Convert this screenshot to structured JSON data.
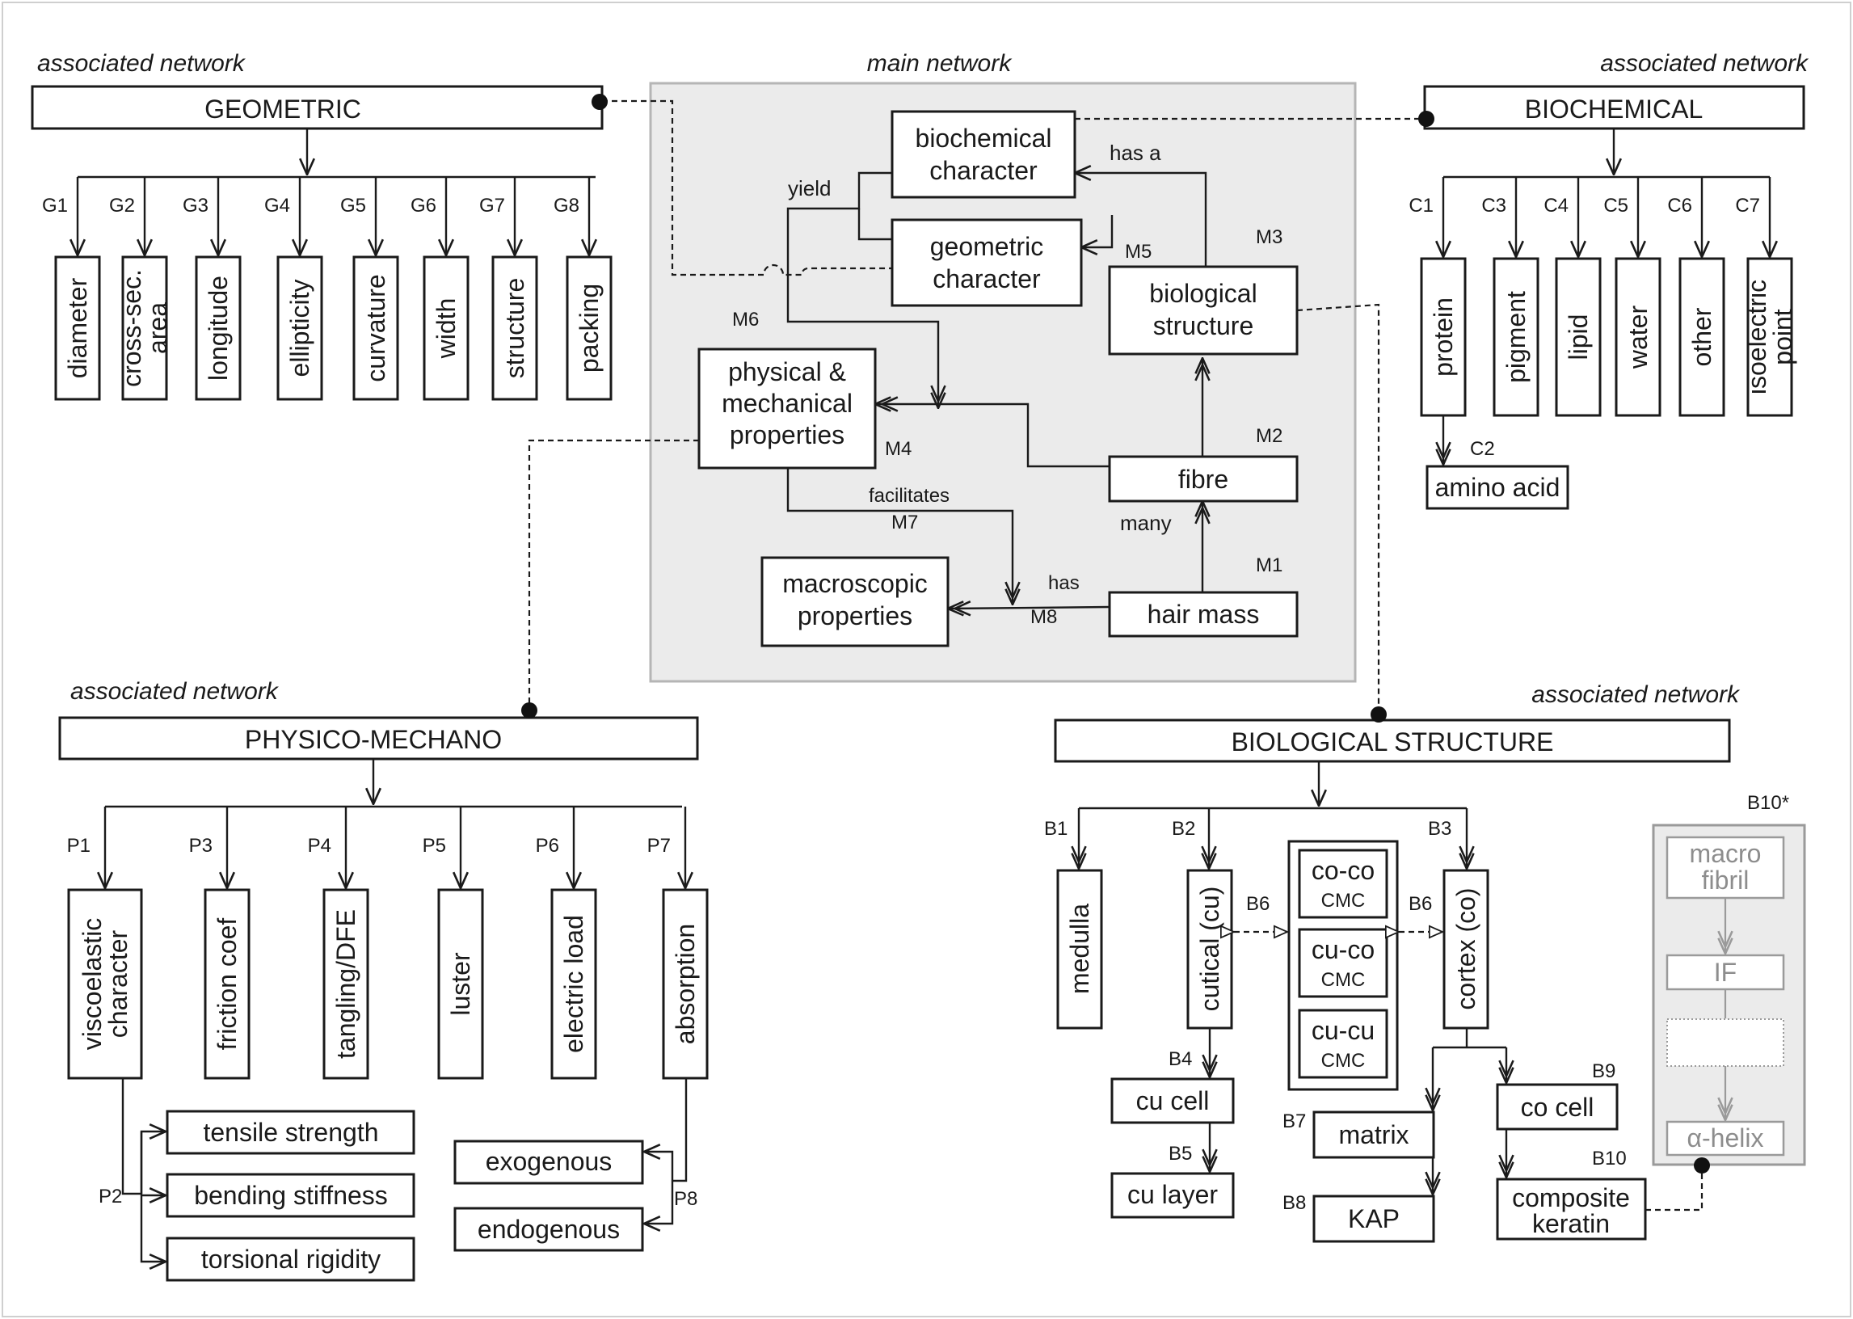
{
  "headers": {
    "main": "main network",
    "geometric": "associated network",
    "biochemical": "associated network",
    "physico": "associated network",
    "biological": "associated network"
  },
  "main_network": {
    "biochemical_character": [
      "biochemical",
      "character"
    ],
    "geometric_character": [
      "geometric",
      "character"
    ],
    "biological_structure": [
      "biological",
      "structure"
    ],
    "physical_mechanical": [
      "physical &",
      "mechanical",
      "properties"
    ],
    "fibre": "fibre",
    "hair_mass": "hair mass",
    "macroscopic": [
      "macroscopic",
      "properties"
    ],
    "edge_labels": {
      "yield": "yield",
      "has_a": "has a",
      "facilitates": "facilitates",
      "many": "many",
      "has": "has"
    },
    "ids": {
      "m1": "M1",
      "m2": "M2",
      "m3": "M3",
      "m4": "M4",
      "m5": "M5",
      "m6": "M6",
      "m7": "M7",
      "m8": "M8"
    }
  },
  "geometric": {
    "title": "GEOMETRIC",
    "items": [
      {
        "id": "G1",
        "label": [
          "diameter"
        ]
      },
      {
        "id": "G2",
        "label": [
          "cross-sec.",
          "area"
        ]
      },
      {
        "id": "G3",
        "label": [
          "longitude"
        ]
      },
      {
        "id": "G4",
        "label": [
          "ellipticity"
        ]
      },
      {
        "id": "G5",
        "label": [
          "curvature"
        ]
      },
      {
        "id": "G6",
        "label": [
          "width"
        ]
      },
      {
        "id": "G7",
        "label": [
          "structure"
        ]
      },
      {
        "id": "G8",
        "label": [
          "packing"
        ]
      }
    ]
  },
  "biochemical": {
    "title": "BIOCHEMICAL",
    "items": [
      {
        "id": "C1",
        "label": [
          "protein"
        ]
      },
      {
        "id": "C3",
        "label": [
          "pigment"
        ]
      },
      {
        "id": "C4",
        "label": [
          "lipid"
        ]
      },
      {
        "id": "C5",
        "label": [
          "water"
        ]
      },
      {
        "id": "C6",
        "label": [
          "other"
        ]
      },
      {
        "id": "C7",
        "label": [
          "isoelectric",
          "point"
        ]
      }
    ],
    "sub_id": "C2",
    "sub_label": "amino acid"
  },
  "physico": {
    "title": "PHYSICO-MECHANO",
    "items": [
      {
        "id": "P1",
        "label": [
          "viscoelastic",
          "character"
        ]
      },
      {
        "id": "P3",
        "label": [
          "friction coef"
        ]
      },
      {
        "id": "P4",
        "label": [
          "tangling/DFE"
        ]
      },
      {
        "id": "P5",
        "label": [
          "luster"
        ]
      },
      {
        "id": "P6",
        "label": [
          "electric load"
        ]
      },
      {
        "id": "P7",
        "label": [
          "absorption"
        ]
      }
    ],
    "p2_id": "P2",
    "p2_items": [
      "tensile strength",
      "bending stiffness",
      "torsional rigidity"
    ],
    "p8_id": "P8",
    "p8_items": [
      "exogenous",
      "endogenous"
    ]
  },
  "biological": {
    "title": "BIOLOGICAL STRUCTURE",
    "items": [
      {
        "id": "B1",
        "label": "medulla"
      },
      {
        "id": "B2",
        "label": "cutical (cu)"
      },
      {
        "id": "B3",
        "label": "cortex (co)"
      }
    ],
    "b6_id": "B6",
    "cmc": [
      {
        "top": "co-co",
        "bottom": "CMC"
      },
      {
        "top": "cu-co",
        "bottom": "CMC"
      },
      {
        "top": "cu-cu",
        "bottom": "CMC"
      }
    ],
    "b4": {
      "id": "B4",
      "label": "cu cell"
    },
    "b5": {
      "id": "B5",
      "label": "cu layer"
    },
    "b7": {
      "id": "B7",
      "label": "matrix"
    },
    "b8": {
      "id": "B8",
      "label": "KAP"
    },
    "b9": {
      "id": "B9",
      "label": "co cell"
    },
    "b10": {
      "id": "B10",
      "label": [
        "composite",
        "keratin"
      ]
    },
    "b10_star": {
      "id": "B10*",
      "items": [
        [
          "macro",
          "fibril"
        ],
        [
          "IF"
        ],
        [
          ""
        ],
        [
          "α-helix"
        ]
      ]
    }
  },
  "colors": {
    "ink": "#1a1a1a",
    "panel": "#ebebeb",
    "panel_border": "#b5b5b5",
    "faded": "#9a9a9a"
  }
}
